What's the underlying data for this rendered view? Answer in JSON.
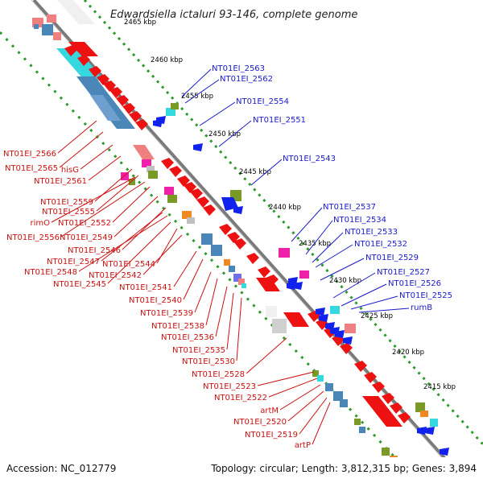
{
  "title": "Edwardsiella ictaluri 93-146, complete genome",
  "footer": {
    "accession": "Accession: NC_012779",
    "summary": "Topology: circular; Length: 3,812,315 bp; Genes: 3,894"
  },
  "colors": {
    "forward_labels": "#1a1acc",
    "reverse_labels": "#cc1111",
    "backbone": "#7a7a7a",
    "tick_marks": "#2e9a2e"
  },
  "ticks": [
    "2465 kbp",
    "2460 kbp",
    "2455 kbp",
    "2450 kbp",
    "2445 kbp",
    "2440 kbp",
    "2435 kbp",
    "2430 kbp",
    "2425 kbp",
    "2420 kbp",
    "2415 kbp"
  ],
  "forward_labels": [
    "NT01EI_2563",
    "NT01EI_2562",
    "NT01EI_2554",
    "NT01EI_2551",
    "NT01EI_2543",
    "NT01EI_2537",
    "NT01EI_2534",
    "NT01EI_2533",
    "NT01EI_2532",
    "NT01EI_2529",
    "NT01EI_2527",
    "NT01EI_2526",
    "NT01EI_2525",
    "rumB"
  ],
  "reverse_labels": [
    "NT01EI_2566",
    "NT01EI_2565",
    "hisG",
    "NT01EI_2561",
    "NT01EI_2559",
    "NT01EI_2555",
    "rimO",
    "NT01EI_2552",
    "NT01EI_2556",
    "NT01EI_2549",
    "NT01EI_2546",
    "NT01EI_2547",
    "NT01EI_2544",
    "NT01EI_2548",
    "NT01EI_2542",
    "NT01EI_2545",
    "NT01EI_2541",
    "NT01EI_2540",
    "NT01EI_2539",
    "NT01EI_2538",
    "NT01EI_2536",
    "NT01EI_2535",
    "NT01EI_2530",
    "NT01EI_2528",
    "NT01EI_2523",
    "NT01EI_2522",
    "artM",
    "NT01EI_2520",
    "NT01EI_2519",
    "artP"
  ]
}
